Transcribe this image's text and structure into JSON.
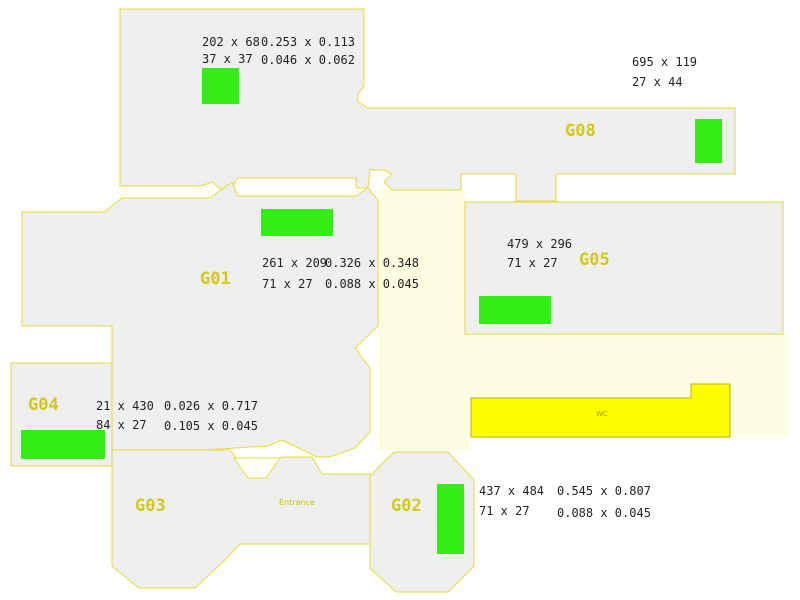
{
  "rooms": {
    "g01": "G01",
    "g02": "G02",
    "g03": "G03",
    "g04": "G04",
    "g05": "G05",
    "g08": "G08"
  },
  "labels": {
    "entrance": "Entrance",
    "wc": "WC"
  },
  "annotations": {
    "top_left": {
      "a": "202 x 68",
      "b": "0.253 x 0.113",
      "c": "37 x 37",
      "d": "0.046 x 0.062"
    },
    "top_right": {
      "a": "695 x 119",
      "b": "27 x 44"
    },
    "g01": {
      "a": "261 x 209",
      "b": "0.326 x 0.348",
      "c": "71 x 27",
      "d": "0.088 x 0.045"
    },
    "g05": {
      "a": "479 x 296",
      "b": "71 x 27"
    },
    "g04": {
      "a": "21 x 430",
      "b": "0.026 x 0.717",
      "c": "84 x 27",
      "d": "0.105 x 0.045"
    },
    "g02": {
      "a": "437 x 484",
      "b": "0.545 x 0.807",
      "c": "71 x 27",
      "d": "0.088 x 0.045"
    }
  },
  "colors": {
    "room_fill": "#efefef",
    "wall": "#e2dc3a",
    "marker": "#33ee14",
    "wc": "#ffff00",
    "label": "#d2c81e"
  }
}
